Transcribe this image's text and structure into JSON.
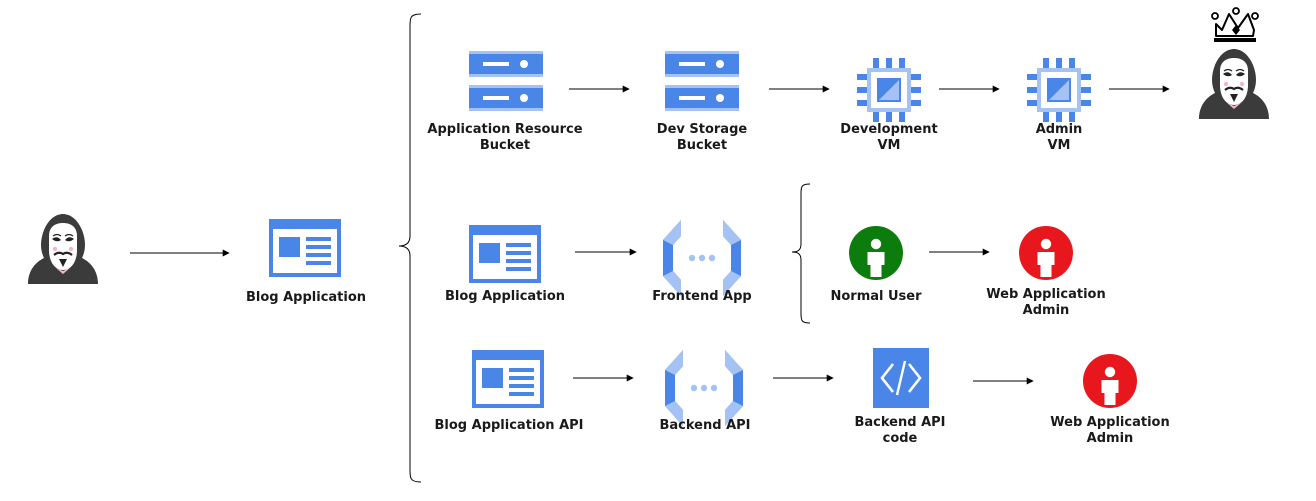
{
  "nodes": {
    "attacker": {
      "label": ""
    },
    "blog_app_main": {
      "label": "Blog Application"
    },
    "app_resource_bucket": {
      "line1": "Application Resource",
      "line2": "Bucket"
    },
    "dev_storage_bucket": {
      "line1": "Dev Storage",
      "line2": "Bucket"
    },
    "development_vm": {
      "line1": "Development",
      "line2": "VM"
    },
    "admin_vm": {
      "line1": "Admin",
      "line2": "VM"
    },
    "crowned_attacker": {
      "label": ""
    },
    "blog_app_row2": {
      "label": "Blog Application"
    },
    "frontend_app": {
      "label": "Frontend App"
    },
    "normal_user": {
      "label": "Normal User"
    },
    "web_app_admin_row2": {
      "line1": "Web Application",
      "line2": "Admin"
    },
    "blog_app_api": {
      "label": "Blog Application API"
    },
    "backend_api": {
      "label": "Backend API"
    },
    "backend_api_code": {
      "line1": "Backend API",
      "line2": "code"
    },
    "web_app_admin_row3": {
      "line1": "Web Application",
      "line2": "Admin"
    }
  },
  "icons": {
    "attacker": "hooded-anonymous-mask-icon",
    "crowned_attacker": "crowned-hooded-anonymous-mask-icon",
    "web_page": "web-page-icon",
    "storage_bucket": "storage-bucket-icon",
    "vm": "cpu-chip-icon",
    "app_service": "app-engine-brackets-icon",
    "code": "code-brackets-icon",
    "normal_user": "green-user-icon",
    "admin_user": "red-user-icon"
  },
  "colors": {
    "gcp_blue": "#4a86e8",
    "gcp_light_blue": "#a4c2f4",
    "user_green": "#0c7d0c",
    "admin_red": "#e8171e",
    "hood_dark": "#3a3a3a",
    "edge": "#000000"
  }
}
